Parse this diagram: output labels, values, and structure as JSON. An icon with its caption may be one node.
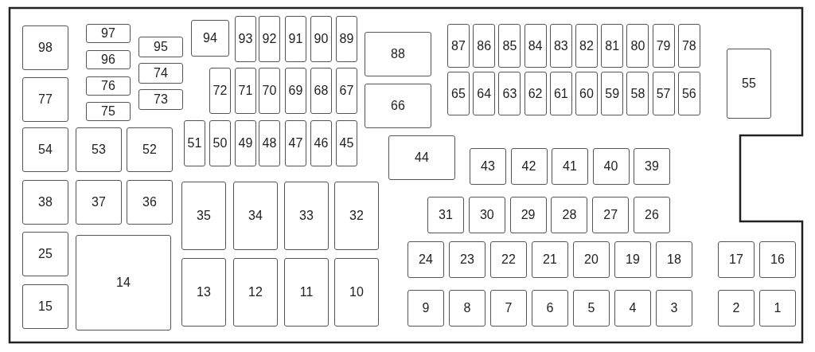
{
  "diagram": {
    "nodes": [
      {
        "text": [
          "98"
        ]
      },
      {
        "text": [
          "77"
        ]
      },
      {
        "text": [
          "54"
        ]
      },
      {
        "text": [
          "38"
        ]
      },
      {
        "text": [
          "25"
        ]
      },
      {
        "text": [
          "15"
        ]
      },
      {
        "text": [
          "97"
        ]
      },
      {
        "text": [
          "96"
        ]
      },
      {
        "text": [
          "76"
        ]
      },
      {
        "text": [
          "75"
        ]
      },
      {
        "text": [
          "95"
        ]
      },
      {
        "text": [
          "74"
        ]
      },
      {
        "text": [
          "73"
        ]
      },
      {
        "text": [
          "53"
        ]
      },
      {
        "text": [
          "52"
        ]
      },
      {
        "text": [
          "37"
        ]
      },
      {
        "text": [
          "36"
        ]
      },
      {
        "text": [
          "14"
        ]
      },
      {
        "text": [
          "94"
        ]
      },
      {
        "text": [
          "93"
        ]
      },
      {
        "text": [
          "92"
        ]
      },
      {
        "text": [
          "91"
        ]
      },
      {
        "text": [
          "90"
        ]
      },
      {
        "text": [
          "89"
        ]
      },
      {
        "text": [
          "72"
        ]
      },
      {
        "text": [
          "71"
        ]
      },
      {
        "text": [
          "70"
        ]
      },
      {
        "text": [
          "69"
        ]
      },
      {
        "text": [
          "68"
        ]
      },
      {
        "text": [
          "67"
        ]
      },
      {
        "text": [
          "51"
        ]
      },
      {
        "text": [
          "50"
        ]
      },
      {
        "text": [
          "49"
        ]
      },
      {
        "text": [
          "48"
        ]
      },
      {
        "text": [
          "47"
        ]
      },
      {
        "text": [
          "46"
        ]
      },
      {
        "text": [
          "45"
        ]
      },
      {
        "text": [
          "35"
        ]
      },
      {
        "text": [
          "34"
        ]
      },
      {
        "text": [
          "33"
        ]
      },
      {
        "text": [
          "32"
        ]
      },
      {
        "text": [
          "13"
        ]
      },
      {
        "text": [
          "12"
        ]
      },
      {
        "text": [
          "11"
        ]
      },
      {
        "text": [
          "10"
        ]
      },
      {
        "text": [
          "88"
        ]
      },
      {
        "text": [
          "66"
        ]
      },
      {
        "text": [
          "44"
        ]
      },
      {
        "text": [
          "87"
        ]
      },
      {
        "text": [
          "86"
        ]
      },
      {
        "text": [
          "85"
        ]
      },
      {
        "text": [
          "84"
        ]
      },
      {
        "text": [
          "83"
        ]
      },
      {
        "text": [
          "82"
        ]
      },
      {
        "text": [
          "81"
        ]
      },
      {
        "text": [
          "80"
        ]
      },
      {
        "text": [
          "79"
        ]
      },
      {
        "text": [
          "78"
        ]
      },
      {
        "text": [
          "65"
        ]
      },
      {
        "text": [
          "64"
        ]
      },
      {
        "text": [
          "63"
        ]
      },
      {
        "text": [
          "62"
        ]
      },
      {
        "text": [
          "61"
        ]
      },
      {
        "text": [
          "60"
        ]
      },
      {
        "text": [
          "59"
        ]
      },
      {
        "text": [
          "58"
        ]
      },
      {
        "text": [
          "57"
        ]
      },
      {
        "text": [
          "56"
        ]
      },
      {
        "text": [
          "55"
        ]
      },
      {
        "text": [
          "43"
        ]
      },
      {
        "text": [
          "42"
        ]
      },
      {
        "text": [
          "41"
        ]
      },
      {
        "text": [
          "40"
        ]
      },
      {
        "text": [
          "39"
        ]
      },
      {
        "text": [
          "31"
        ]
      },
      {
        "text": [
          "30"
        ]
      },
      {
        "text": [
          "29"
        ]
      },
      {
        "text": [
          "28"
        ]
      },
      {
        "text": [
          "27"
        ]
      },
      {
        "text": [
          "26"
        ]
      },
      {
        "text": [
          "24"
        ]
      },
      {
        "text": [
          "23"
        ]
      },
      {
        "text": [
          "22"
        ]
      },
      {
        "text": [
          "21"
        ]
      },
      {
        "text": [
          "20"
        ]
      },
      {
        "text": [
          "19"
        ]
      },
      {
        "text": [
          "18"
        ]
      },
      {
        "text": [
          "17"
        ]
      },
      {
        "text": [
          "16"
        ]
      },
      {
        "text": [
          "9"
        ]
      },
      {
        "text": [
          "8"
        ]
      },
      {
        "text": [
          "7"
        ]
      },
      {
        "text": [
          "6"
        ]
      },
      {
        "text": [
          "5"
        ]
      },
      {
        "text": [
          "4"
        ]
      },
      {
        "text": [
          "3"
        ]
      },
      {
        "text": [
          "2"
        ]
      },
      {
        "text": [
          "1"
        ]
      }
    ]
  }
}
